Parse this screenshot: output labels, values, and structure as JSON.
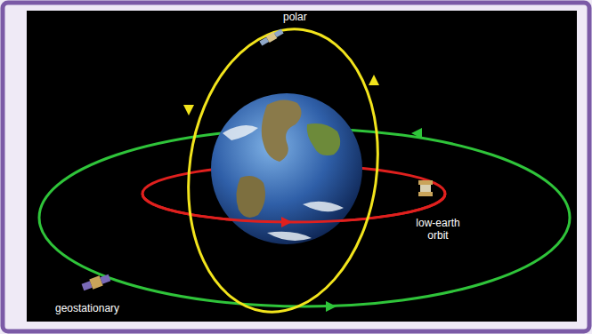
{
  "diagram": {
    "labels": [
      "polar",
      "low-earth orbit",
      "geostationary"
    ]
  }
}
